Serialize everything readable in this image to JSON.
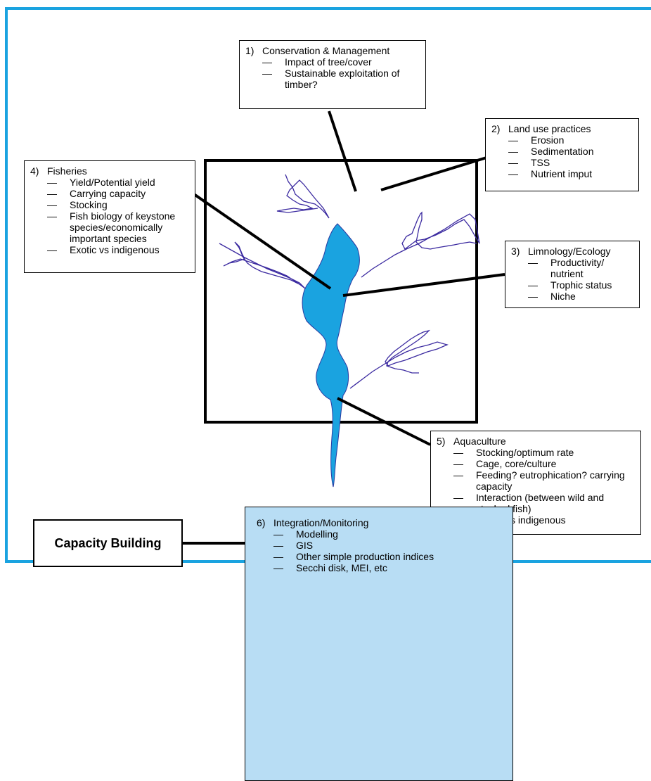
{
  "colors": {
    "frame": "#1aa3e0",
    "water": "#1aa3e0",
    "stream": "#3b2aa0",
    "integration_fill": "#b8ddf4"
  },
  "boxes": {
    "conservation": {
      "number": "1)",
      "title": "Conservation & Management",
      "items": [
        "Impact of tree/cover",
        "Sustainable exploitation of timber?"
      ]
    },
    "landuse": {
      "number": "2)",
      "title": "Land use practices",
      "items": [
        "Erosion",
        "Sedimentation",
        "TSS",
        "Nutrient imput"
      ]
    },
    "limnology": {
      "number": "3)",
      "title": "Limnology/Ecology",
      "items": [
        "Productivity/ nutrient",
        "Trophic status",
        "Niche"
      ]
    },
    "fisheries": {
      "number": "4)",
      "title": "Fisheries",
      "items": [
        "Yield/Potential yield",
        "Carrying capacity",
        "Stocking",
        "Fish biology of keystone species/economically important species",
        "Exotic vs indigenous"
      ]
    },
    "aquaculture": {
      "number": "5)",
      "title": "Aquaculture",
      "items": [
        "Stocking/optimum rate",
        "Cage, core/culture",
        "Feeding? eutrophication? carrying capacity",
        "Interaction (between wild and stocked fish)",
        "Exotic vs indigenous"
      ]
    },
    "integration": {
      "number": "6)",
      "title": "Integration/Monitoring",
      "items": [
        "Modelling",
        "GIS",
        "Other simple production indices",
        "Secchi disk, MEI, etc"
      ]
    }
  },
  "capacity": {
    "label": "Capacity Building"
  }
}
